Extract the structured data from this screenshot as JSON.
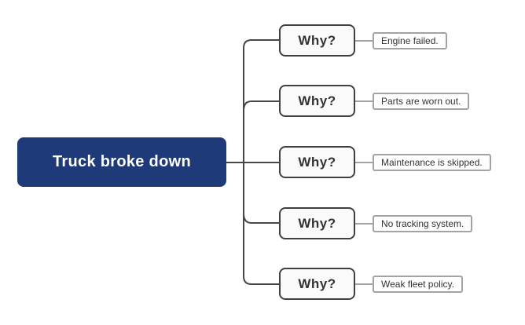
{
  "diagram": {
    "root_label": "Truck broke down",
    "rows": [
      {
        "why_label": "Why?",
        "answer": "Engine failed."
      },
      {
        "why_label": "Why?",
        "answer": "Parts are worn out."
      },
      {
        "why_label": "Why?",
        "answer": "Maintenance is skipped."
      },
      {
        "why_label": "Why?",
        "answer": "No tracking system."
      },
      {
        "why_label": "Why?",
        "answer": "Weak fleet policy."
      }
    ]
  },
  "colors": {
    "root-fill": "#1e3a78",
    "root-text": "#ffffff",
    "node-border": "#404040",
    "node-fill": "#fafafa",
    "node-text": "#333333",
    "answer-border": "#a3a3a3",
    "answer-fill": "#ffffff",
    "answer-text": "#333333",
    "branch-line": "#474747",
    "leaf-line": "#a3a3a3",
    "canvas-bg": "#ffffff"
  }
}
